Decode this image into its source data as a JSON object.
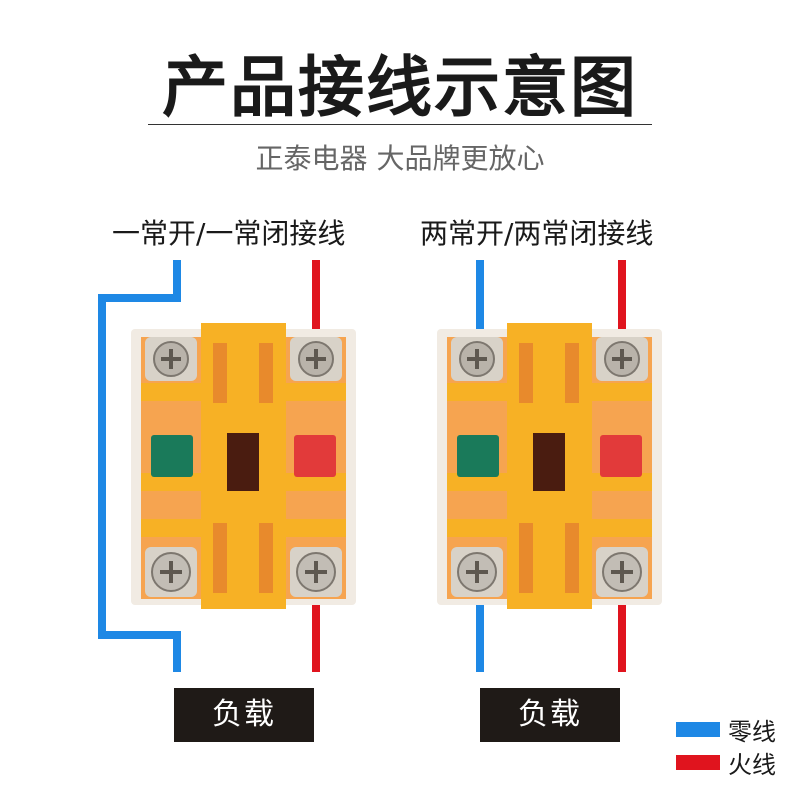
{
  "header": {
    "title": "产品接线示意图",
    "subtitle": "正泰电器 大品牌更放心"
  },
  "diagrams": [
    {
      "label": "一常开/一常闭接线",
      "load_label": "负载"
    },
    {
      "label": "两常开/两常闭接线",
      "load_label": "负载"
    }
  ],
  "legend": {
    "items": [
      {
        "label": "零线",
        "color": "#1e88e5"
      },
      {
        "label": "火线",
        "color": "#e0141e"
      }
    ]
  },
  "colors": {
    "neutral_wire": "#1e88e5",
    "live_wire": "#e0141e",
    "module_body": "#f4a24a",
    "module_frame": "#f7b125",
    "no_contact": "#1a7a5a",
    "nc_contact": "#e23a3a"
  }
}
